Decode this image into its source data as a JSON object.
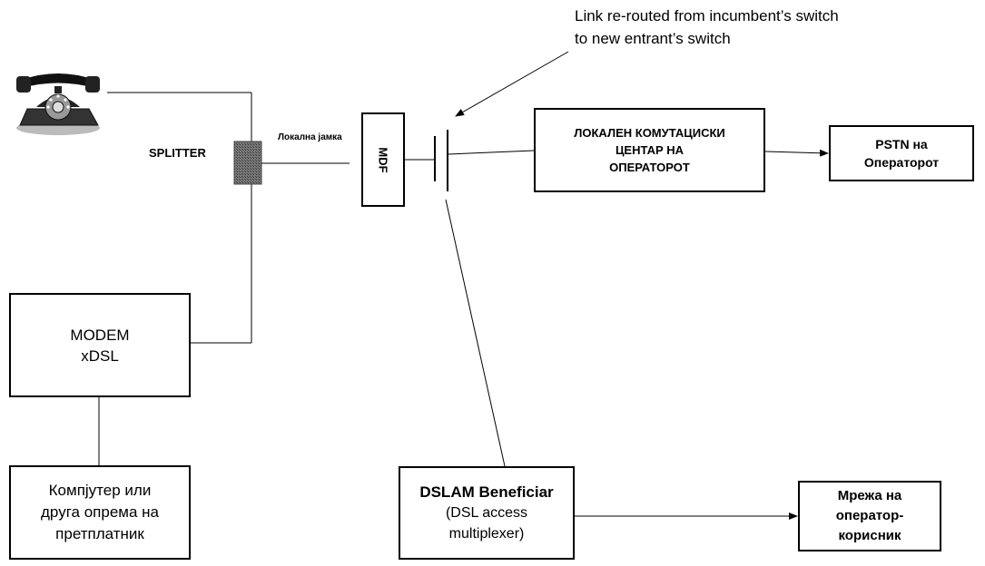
{
  "annotation": {
    "line1": "Link re-routed from incumbent’s switch",
    "line2": "to new entrant’s switch"
  },
  "splitter": {
    "label": "SPLITTER"
  },
  "local_loop": {
    "label": "Локална јамка"
  },
  "mdf": {
    "label": "MDF"
  },
  "local_switch": {
    "line1": "ЛОКАЛЕН КОМУТАЦИСКИ",
    "line2": "ЦЕНТАР  НА",
    "line3": "ОПЕРАТОРОТ"
  },
  "pstn": {
    "line1": "PSTN на",
    "line2": "Операторот"
  },
  "modem": {
    "line1": "MODEM",
    "line2": "xDSL"
  },
  "computer": {
    "line1": "Компјутер или",
    "line2": "друга опрема на",
    "line3": "претплатник"
  },
  "dslam": {
    "line1": "DSLAM Beneficiar",
    "line2": "(DSL access",
    "line3": "multiplexer)"
  },
  "user_network": {
    "line1": "Мрежа на",
    "line2": "оператор-",
    "line3": "корисник"
  },
  "icons": {
    "telephone": "rotary-telephone-icon"
  }
}
